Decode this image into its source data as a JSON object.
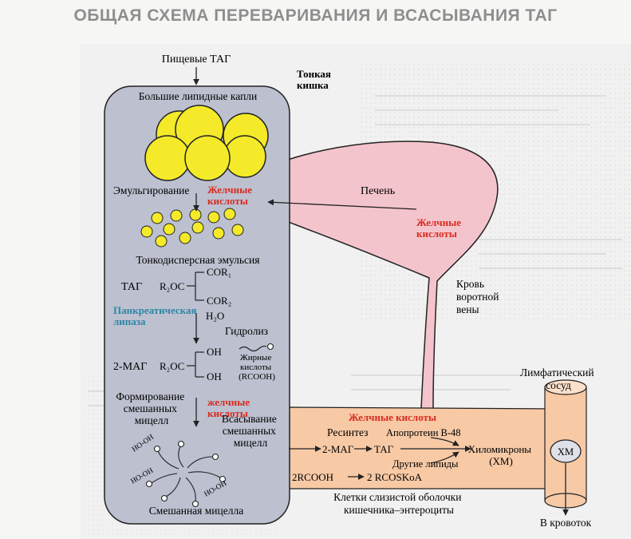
{
  "title": "ОБЩАЯ СХЕМА ПЕРЕВАРИВАНИЯ И ВСАСЫВАНИЯ ТАГ",
  "colors": {
    "intestine_fill": "#bcc0cf",
    "liver_fill": "#f4c4cc",
    "enterocyte_fill": "#f7c9a5",
    "droplet_fill": "#f4ea2a",
    "bile_acid_text": "#d92b1f",
    "lipase_text": "#2c86a7"
  },
  "labels": {
    "food_tag": "Пищевые ТАГ",
    "small_intestine": "Тонкая кишка",
    "large_drops": "Большие липидные капли",
    "emulsification": "Эмульгирование",
    "bile_acids_1": "Желчные кислоты",
    "liver": "Печень",
    "bile_acids_liver": "Желчные кислоты",
    "fine_emulsion": "Тонкодисперсная эмульсия",
    "tag": "ТАГ",
    "r2oc": "R₂OC",
    "cor1": "COR₁",
    "cor2": "COR₂",
    "pancreatic_lipase": "Панкреатическая липаза",
    "h2o": "H₂O",
    "hydrolysis": "Гидролиз",
    "portal_blood": "Кровь воротной вены",
    "mag": "2-МАГ",
    "r2oc_2": "R₂OC",
    "oh_1": "OH",
    "oh_2": "OH",
    "fatty_acids": "Жирные кислоты (RCOOH)",
    "lymph_vessel": "Лимфатический сосуд",
    "micelle_forming": "Формирование смешанных мицелл",
    "bile_acids_2": "желчные кислоты",
    "bile_acids_cell": "Желчные кислоты",
    "resynthesis": "Ресинтез",
    "apoprotein": "Апопротеин В-48",
    "absorption": "Всасывание смешанных мицелл",
    "mag_2": "2-МАГ",
    "tag_2": "ТАГ",
    "chylomicrons": "Хиломикроны (ХМ)",
    "other_lipids": "Другие липиды",
    "xm": "ХМ",
    "rcooh": "2RCOOH",
    "rcoskoa": "2 RCOSKoA",
    "ho_oh_1": "HO-OH",
    "ho_oh_2": "HO-OH",
    "ho_oh_3": "HO-OH",
    "enterocytes": "Клетки слизистой оболочки кишечника–энтероциты",
    "mixed_micelle": "Смешанная мицелла",
    "to_blood": "В кровоток"
  },
  "label_lines": {
    "small_intestine": [
      "Тонкая",
      "кишка"
    ],
    "bile_acids_1": [
      "Желчные",
      "кислоты"
    ],
    "bile_acids_liver": [
      "Желчные",
      "кислоты"
    ],
    "pancreatic_lipase": [
      "Панкреатическая",
      "липаза"
    ],
    "portal_blood": [
      "Кровь",
      "воротной",
      "вены"
    ],
    "fatty_acids": [
      "Жирные",
      "кислоты",
      "(RCOOH)"
    ],
    "lymph_vessel": [
      "Лимфатический",
      "сосуд"
    ],
    "micelle_forming": [
      "Формирование",
      "смешанных",
      "мицелл"
    ],
    "bile_acids_2": [
      "желчные",
      "кислоты"
    ],
    "absorption": [
      "Всасывание",
      "смешанных",
      "мицелл"
    ],
    "chylomicrons": [
      "Хиломикроны",
      "(ХМ)"
    ],
    "enterocytes": [
      "Клетки слизистой оболочки",
      "кишечника–энтероциты"
    ]
  }
}
